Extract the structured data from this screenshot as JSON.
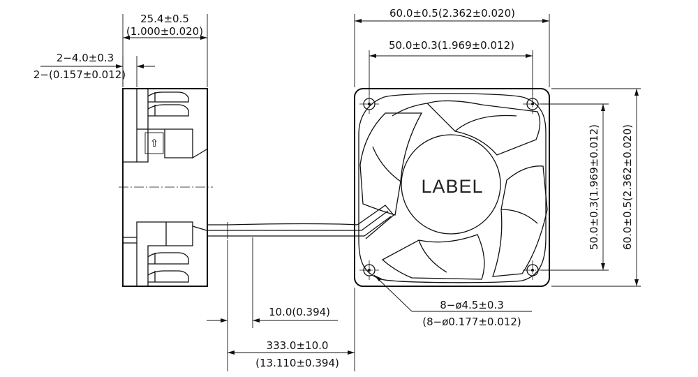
{
  "label_text": "LABEL",
  "arrow_glyph": "⇧",
  "dimensions": {
    "depth": {
      "value": "25.4±0.5",
      "inch": "(1.000±0.020)"
    },
    "mount_tab": {
      "value": "2−4.0±0.3",
      "inch": "2−(0.157±0.012)"
    },
    "overall_width": {
      "text": "60.0±0.5(2.362±0.020)"
    },
    "hole_spacing_h": {
      "text": "50.0±0.3(1.969±0.012)"
    },
    "hole_spacing_v": {
      "text": "50.0±0.3(1.969±0.012)"
    },
    "overall_height": {
      "text": "60.0±0.5(2.362±0.020)"
    },
    "holes": {
      "value": "8−ø4.5±0.3",
      "inch": "(8−ø0.177±0.012)"
    },
    "wire_strip": {
      "text": "10.0(0.394)"
    },
    "lead_length": {
      "value": "333.0±10.0",
      "inch": "(13.110±0.394)"
    }
  }
}
